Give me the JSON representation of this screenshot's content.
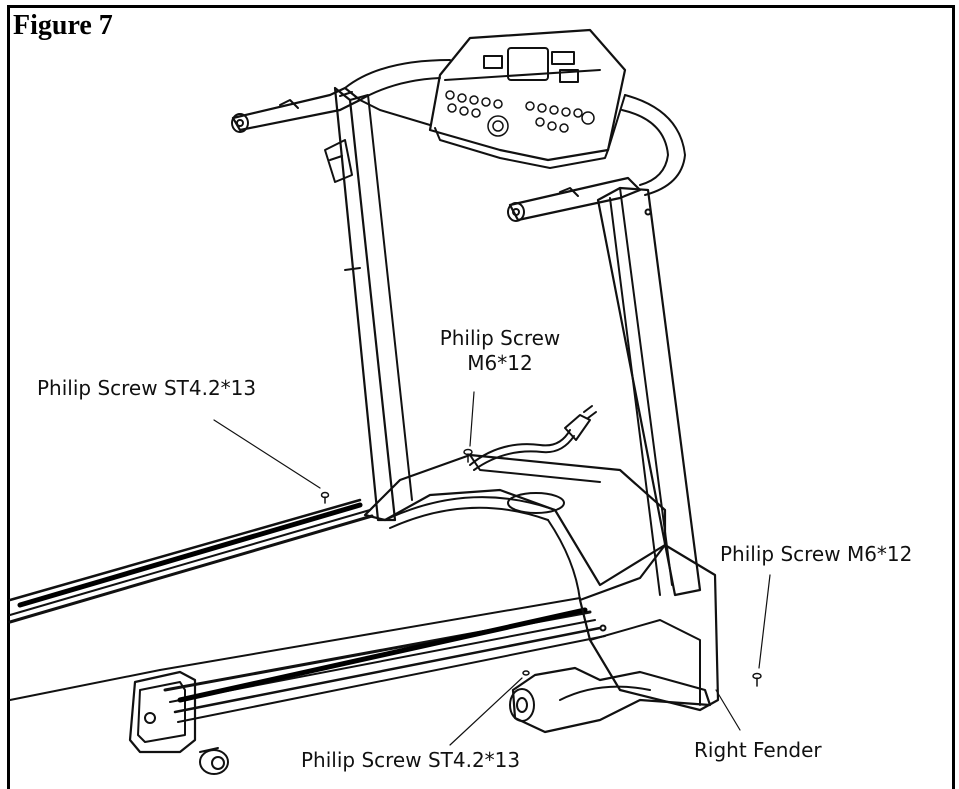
{
  "figure": {
    "title": "Figure 7"
  },
  "callouts": {
    "screw_st_left": "Philip Screw ST4.2*13",
    "screw_m6_center_line1": "Philip Screw",
    "screw_m6_center_line2": "M6*12",
    "screw_m6_right": "Philip Screw M6*12",
    "screw_st_bottom": "Philip Screw ST4.2*13",
    "right_fender": "Right Fender"
  }
}
